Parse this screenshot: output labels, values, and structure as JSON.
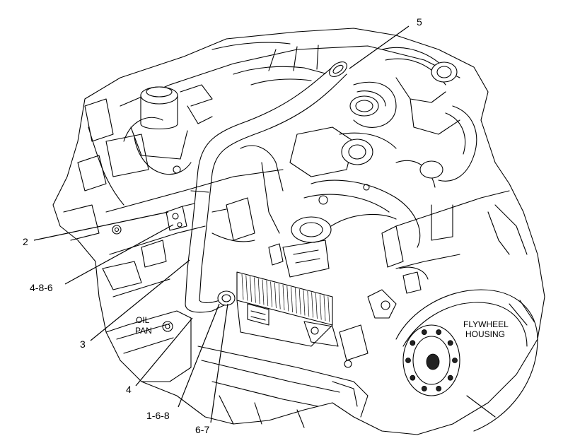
{
  "callouts": {
    "c5": "5",
    "c2": "2",
    "c486": "4-8-6",
    "c3": "3",
    "c4": "4",
    "c168": "1-6-8",
    "c67": "6-7"
  },
  "part_labels": {
    "oil_pan_line1": "OIL",
    "oil_pan_line2": "PAN",
    "flywheel_line1": "FLYWHEEL",
    "flywheel_line2": "HOUSING"
  }
}
